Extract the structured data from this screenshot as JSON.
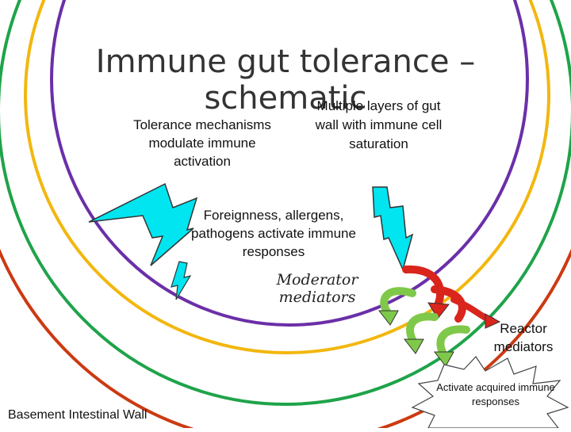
{
  "title": "Immune gut tolerance – schematic",
  "labels": {
    "tolerance": "Tolerance mechanisms modulate immune activation",
    "layers": "Multiple layers of gut wall with immune cell saturation",
    "foreignness": "Foreignness, allergens, pathogens activate immune responses",
    "moderator": "Moderator mediators",
    "reactor": "Reactor mediators",
    "acquired": "Activate acquired immune responses",
    "basement": "Basement Intestinal Wall"
  },
  "colors": {
    "ring_outer": "#cc3a12",
    "ring_green": "#1fa34a",
    "ring_yellow": "#f2b70f",
    "ring_purple": "#6b2fa8",
    "lightning": "#00e5f0",
    "moderator_arrow": "#7fc94a",
    "reactor_arrow": "#d9251c"
  },
  "icons": [
    "lightning-bolt-icon",
    "curved-arrow-icon",
    "starburst-icon"
  ]
}
